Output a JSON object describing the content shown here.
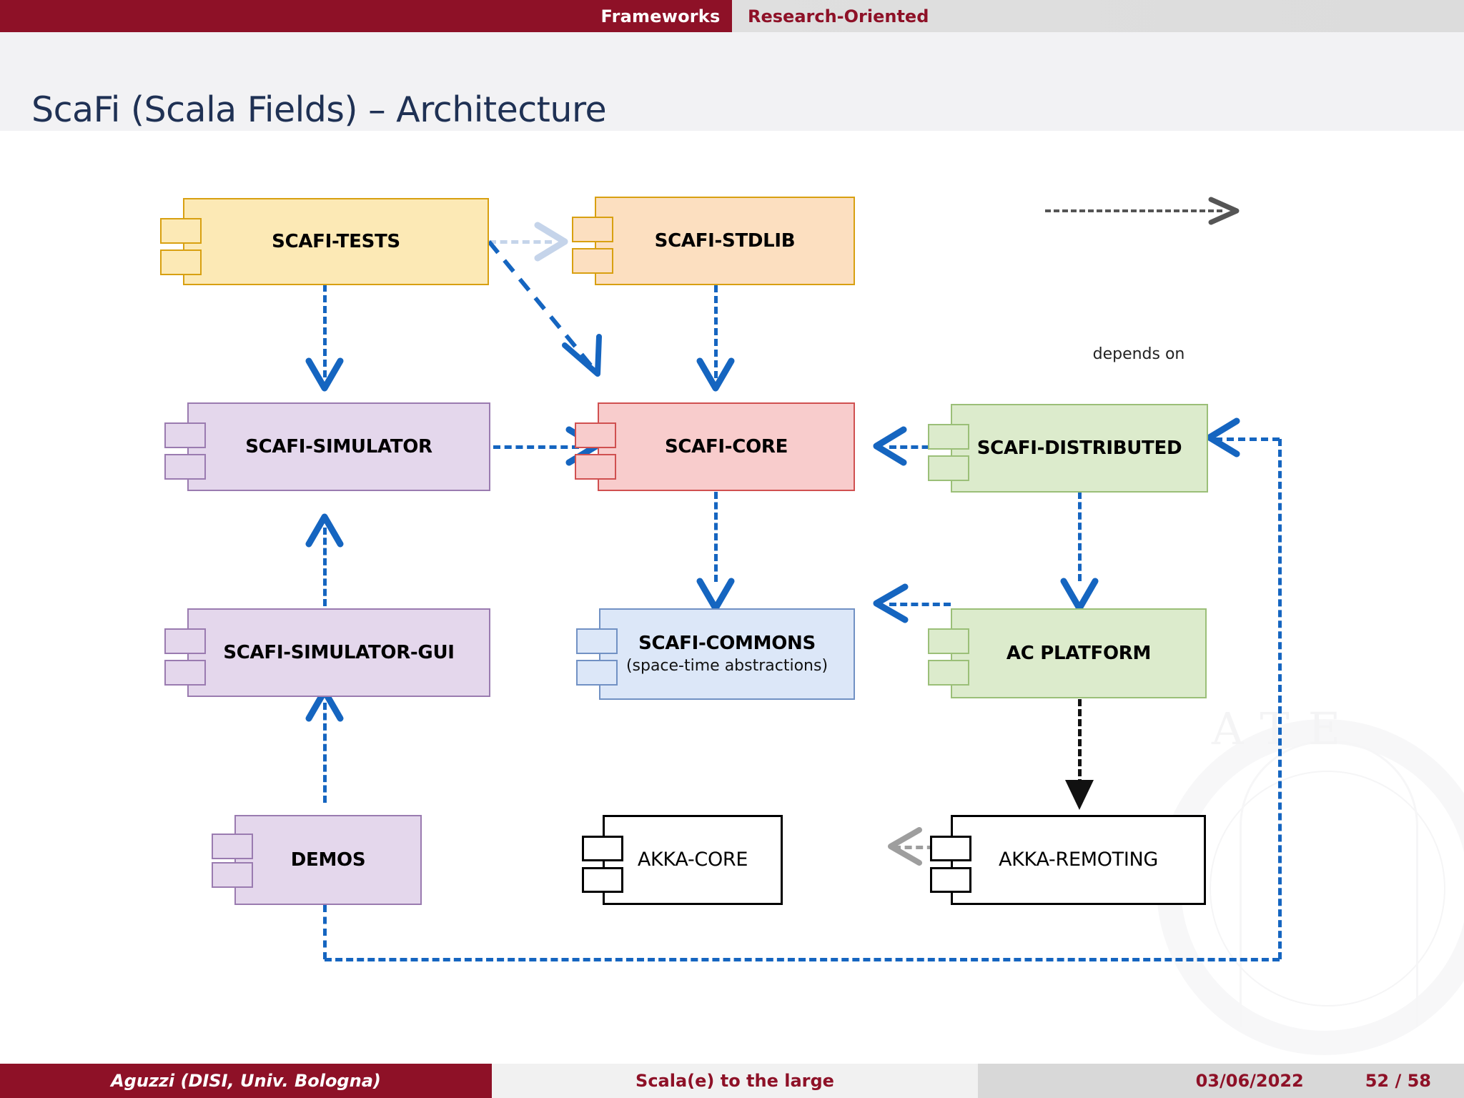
{
  "nav": {
    "tabs": [
      {
        "label": "Frameworks",
        "active": true
      },
      {
        "label": "Research-Oriented",
        "active": false
      }
    ]
  },
  "header": {
    "title": "ScaFi (Scala Fields) – Architecture"
  },
  "legend": {
    "label": "depends on",
    "arrow_icon": "dashed-arrow-icon",
    "color": "#555555"
  },
  "diagram": {
    "type": "uml-component-diagram",
    "nodes": [
      {
        "id": "scafi-tests",
        "title": "SCAFI-TESTS",
        "subtitle": "",
        "fill": "#FCE9B5",
        "border": "#D8A011"
      },
      {
        "id": "scafi-stdlib",
        "title": "SCAFI-STDLIB",
        "subtitle": "",
        "fill": "#FCDFC0",
        "border": "#D8A011"
      },
      {
        "id": "scafi-simulator",
        "title": "SCAFI-SIMULATOR",
        "subtitle": "",
        "fill": "#E4D7EC",
        "border": "#9A7BB0"
      },
      {
        "id": "scafi-core",
        "title": "SCAFI-CORE",
        "subtitle": "",
        "fill": "#F8CCCC",
        "border": "#D05050"
      },
      {
        "id": "scafi-distributed",
        "title": "SCAFI-DISTRIBUTED",
        "subtitle": "",
        "fill": "#DCEBCC",
        "border": "#9BBF78"
      },
      {
        "id": "scafi-simulator-gui",
        "title": "SCAFI-SIMULATOR-GUI",
        "subtitle": "",
        "fill": "#E4D7EC",
        "border": "#9A7BB0"
      },
      {
        "id": "scafi-commons",
        "title": "SCAFI-COMMONS",
        "subtitle": "(space-time abstractions)",
        "fill": "#DCE7F8",
        "border": "#7191C4"
      },
      {
        "id": "ac-platform",
        "title": "AC PLATFORM",
        "subtitle": "",
        "fill": "#DCEBCC",
        "border": "#9BBF78"
      },
      {
        "id": "demos",
        "title": "DEMOS",
        "subtitle": "",
        "fill": "#E4D7EC",
        "border": "#9A7BB0"
      },
      {
        "id": "akka-core",
        "title": "AKKA-CORE",
        "subtitle": "",
        "fill": "#FFFFFF",
        "border": "#000000"
      },
      {
        "id": "akka-remoting",
        "title": "AKKA-REMOTING",
        "subtitle": "",
        "fill": "#FFFFFF",
        "border": "#000000"
      }
    ],
    "edges": [
      {
        "from": "scafi-tests",
        "to": "scafi-stdlib",
        "style": "dashed",
        "color": "#C5D4EA",
        "label": "depends on"
      },
      {
        "from": "scafi-tests",
        "to": "scafi-simulator",
        "style": "dashed",
        "color": "#1565C0",
        "label": "depends on"
      },
      {
        "from": "scafi-tests",
        "to": "scafi-core",
        "style": "dashed",
        "color": "#1565C0",
        "label": "depends on"
      },
      {
        "from": "scafi-stdlib",
        "to": "scafi-core",
        "style": "dashed",
        "color": "#1565C0",
        "label": "depends on"
      },
      {
        "from": "scafi-simulator",
        "to": "scafi-core",
        "style": "dashed",
        "color": "#1565C0",
        "label": "depends on"
      },
      {
        "from": "scafi-distributed",
        "to": "scafi-core",
        "style": "dashed",
        "color": "#1565C0",
        "label": "depends on"
      },
      {
        "from": "scafi-core",
        "to": "scafi-commons",
        "style": "dashed",
        "color": "#1565C0",
        "label": "depends on"
      },
      {
        "from": "scafi-distributed",
        "to": "ac-platform",
        "style": "dashed",
        "color": "#1565C0",
        "label": "depends on"
      },
      {
        "from": "ac-platform",
        "to": "scafi-commons",
        "style": "dashed",
        "color": "#1565C0",
        "label": "depends on"
      },
      {
        "from": "ac-platform",
        "to": "akka-remoting",
        "style": "dashed",
        "color": "#111111",
        "label": "depends on"
      },
      {
        "from": "akka-remoting",
        "to": "akka-core",
        "style": "dashed",
        "color": "#9E9E9E",
        "label": "depends on"
      },
      {
        "from": "scafi-simulator-gui",
        "to": "scafi-simulator",
        "style": "dashed",
        "color": "#1565C0",
        "label": "depends on"
      },
      {
        "from": "demos",
        "to": "scafi-simulator-gui",
        "style": "dashed",
        "color": "#1565C0",
        "label": "depends on"
      },
      {
        "from": "demos",
        "to": "scafi-distributed",
        "style": "dashed",
        "color": "#1565C0",
        "label": "depends on"
      }
    ]
  },
  "footer": {
    "author": "Aguzzi  (DISI, Univ. Bologna)",
    "title": "Scala(e) to the large",
    "date": "03/06/2022",
    "page": "52 / 58"
  },
  "colors": {
    "brand": "#8E1127",
    "title_text": "#1F3154",
    "arrow": "#1565C0"
  }
}
